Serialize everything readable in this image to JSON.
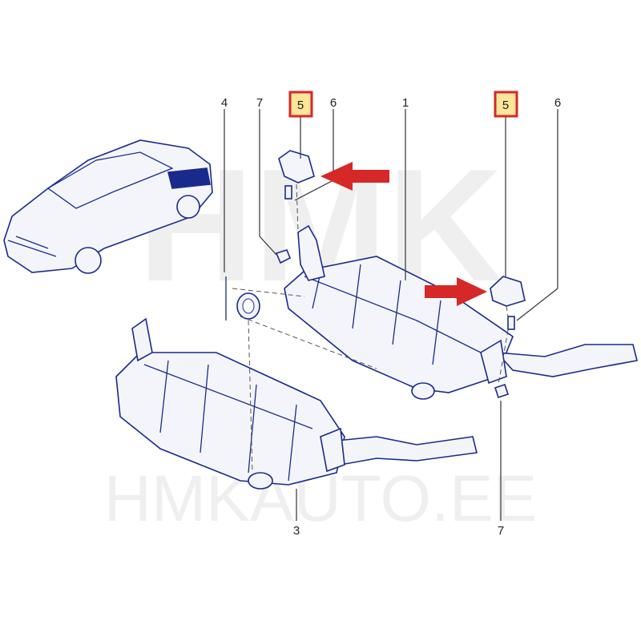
{
  "watermark": {
    "logo_text": "HMK",
    "text": "HMKAUTO.EE"
  },
  "labels": {
    "l4": "4",
    "l7a": "7",
    "l5a": "5",
    "l6a": "6",
    "l1": "1",
    "l5b": "5",
    "l6b": "6",
    "l3": "3",
    "l7b": "7"
  },
  "colors": {
    "line": "#1a2a8c",
    "highlight_fill": "#fde59a",
    "highlight_border": "#d62828",
    "arrow": "#d62828"
  }
}
